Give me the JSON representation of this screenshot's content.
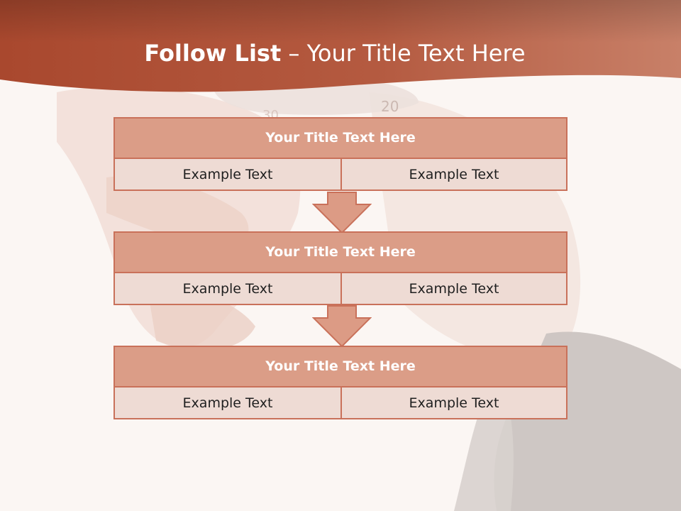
{
  "title": {
    "bold": "Follow List",
    "rest": "– Your Title Text Here"
  },
  "blocks": [
    {
      "title": "Your Title Text Here",
      "left": "Example Text",
      "right": "Example Text"
    },
    {
      "title": "Your Title Text Here",
      "left": "Example Text",
      "right": "Example Text"
    },
    {
      "title": "Your Title Text Here",
      "left": "Example Text",
      "right": "Example Text"
    }
  ],
  "colors": {
    "header_band": "#b5553a",
    "block_head": "#db9d87",
    "block_body": "#eedbd4",
    "border": "#c9715a",
    "arrow": "#dc9b85"
  }
}
